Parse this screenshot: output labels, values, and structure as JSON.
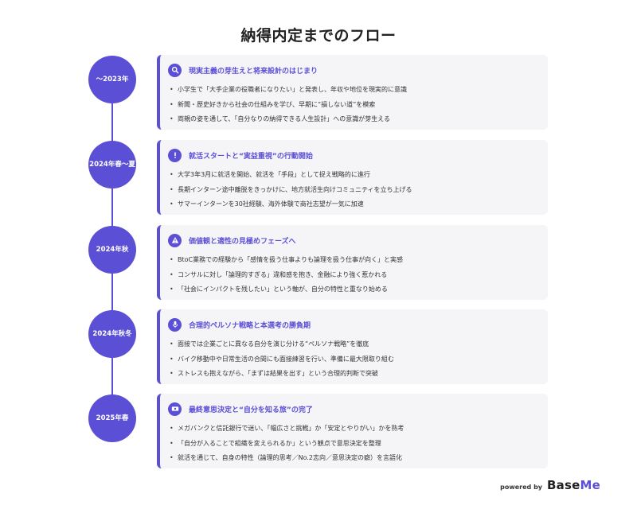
{
  "title": "納得内定までのフロー",
  "colors": {
    "accent": "#5b4fd6",
    "card_bg": "#f5f5f7"
  },
  "stages": [
    {
      "period": "〜2023年",
      "icon": "search-icon",
      "title": "現実主義の芽生えと将来設計のはじまり",
      "bullets": [
        "小学生で「大手企業の役職者になりたい」と発表し、年収や地位を現実的に意識",
        "新聞・歴史好きから社会の仕組みを学び、早期に“損しない道”を模索",
        "両親の姿を通して、「自分なりの納得できる人生設計」への意識が芽生える"
      ]
    },
    {
      "period": "2024年春〜夏",
      "icon": "exclamation-icon",
      "title": "就活スタートと“実益重視”の行動開始",
      "bullets": [
        "大学3年3月に就活を開始、就活を「手段」として捉え戦略的に進行",
        "長期インターン途中離脱をきっかけに、地方就活生向けコミュニティを立ち上げる",
        "サマーインターンを30社経験、海外体験で商社志望が一気に加速"
      ]
    },
    {
      "period": "2024年秋",
      "icon": "warning-icon",
      "title": "価値観と適性の見極めフェーズへ",
      "bullets": [
        "BtoC業務での経験から「感情を扱う仕事よりも論理を扱う仕事が向く」と実感",
        "コンサルに対し「論理的すぎる」違和感を抱き、金融により強く惹かれる",
        "「社会にインパクトを残したい」という軸が、自分の特性と重なり始める"
      ]
    },
    {
      "period": "2024年秋冬",
      "icon": "microphone-icon",
      "title": "合理的ペルソナ戦略と本選考の勝負期",
      "bullets": [
        "面接では企業ごとに異なる自分を演じ分ける“ペルソナ戦略”を徹底",
        "バイク移動中や日常生活の合間にも面接練習を行い、準備に最大限取り組む",
        "ストレスも抱えながら、「まずは結果を出す」という合理的判断で突破"
      ]
    },
    {
      "period": "2025年春",
      "icon": "ticket-icon",
      "title": "最終意思決定と“自分を知る旅”の完了",
      "bullets": [
        "メガバンクと信託銀行で迷い、「幅広さと挑戦」か「安定とやりがい」かを熟考",
        "「自分が入ることで組織を変えられるか」という観点で意思決定を整理",
        "就活を通じて、自身の特性（論理的思考／No.2志向／意思決定の癖）を言語化"
      ]
    }
  ],
  "footer": {
    "powered": "powered by",
    "brand_a": "Base",
    "brand_b": "Me"
  }
}
